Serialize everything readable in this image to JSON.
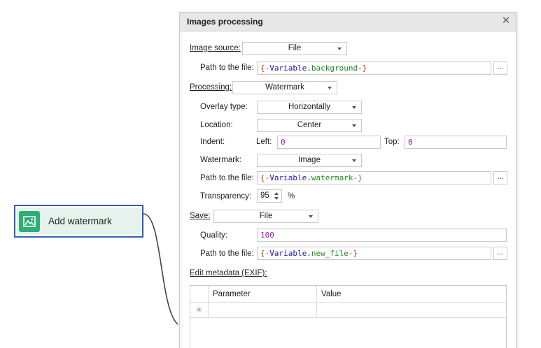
{
  "node": {
    "label": "Add watermark",
    "icon": "image-icon",
    "accent": "#2eae74",
    "border": "#2f5fb6"
  },
  "dialog": {
    "title": "Images processing",
    "close_glyph": "✕",
    "image_source": {
      "label": "Image source:",
      "value": "File"
    },
    "source_path": {
      "label": "Path to the file:",
      "brace_open": "{-",
      "prefix": "Variable.",
      "name": "background",
      "brace_close": "-}"
    },
    "processing": {
      "label": "Processing:",
      "value": "Watermark"
    },
    "overlay_type": {
      "label": "Overlay type:",
      "value": "Horizontally"
    },
    "location": {
      "label": "Location:",
      "value": "Center"
    },
    "indent": {
      "label": "Indent:",
      "left_label": "Left:",
      "left_value": "0",
      "top_label": "Top:",
      "top_value": "0"
    },
    "watermark": {
      "label": "Watermark:",
      "value": "Image"
    },
    "watermark_path": {
      "label": "Path to the file:",
      "brace_open": "{-",
      "prefix": "Variable.",
      "name": "watermark",
      "brace_close": "-}"
    },
    "transparency": {
      "label": "Transparency:",
      "value": "95",
      "unit": "%"
    },
    "save": {
      "label": "Save:",
      "value": "File"
    },
    "quality": {
      "label": "Quality:",
      "value": "100"
    },
    "save_path": {
      "label": "Path to the file:",
      "brace_open": "{-",
      "prefix": "Variable.",
      "name": "new_file",
      "brace_close": "-}"
    },
    "browse_label": "...",
    "metadata": {
      "label": "Edit metadata (EXIF):",
      "columns": [
        "Parameter",
        "Value"
      ],
      "new_row_glyph": "✳"
    }
  },
  "colors": {
    "brace": "#c0392b",
    "variable": "#1a1aa6",
    "name": "#1e8a1e",
    "number": "#9b1bb0"
  }
}
